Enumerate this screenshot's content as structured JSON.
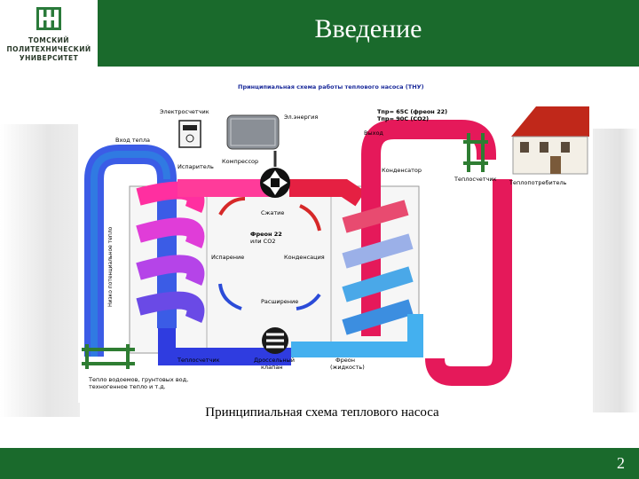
{
  "header": {
    "title": "Введение",
    "logo": {
      "lines": [
        "ТОМСКИЙ",
        "ПОЛИТЕХНИЧЕСКИЙ",
        "УНИВЕРСИТЕТ"
      ]
    }
  },
  "diagram": {
    "heading": "Принципиальная схема работы теплового насоса (ТНУ)",
    "temps": [
      "Tпр= 65С (фреон 22)",
      "Tпр= 90С (СО2)"
    ],
    "labels": {
      "meter": "Электросчетчик",
      "energy": "Эл.энергия",
      "heat_in": "Вход тепла",
      "output": "Выход",
      "evaporator": "Испаритель",
      "compressor": "Компрессор",
      "condenser": "Конденсатор",
      "heat_meter_right": "Теплосчетчик",
      "consumer": "Теплопотребитель",
      "low_potential": "Низко потенциальное тепло",
      "compression": "Сжатие",
      "freon": "Фреон 22",
      "freon_alt": "или СО2",
      "evaporation": "Испарение",
      "condensation": "Конденсация",
      "expansion": "Расширение",
      "heat_meter_left": "Теплосчетчик",
      "valve_1": "Дроссельный",
      "valve_2": "клапан",
      "freon_liquid_1": "Фреон",
      "freon_liquid_2": "(жидкость)",
      "source_1": "Тепло водоемов, грунтовых вод,",
      "source_2": "техногенное тепло и т.д."
    }
  },
  "caption": "Принципиальная схема теплового насоса",
  "footer": {
    "page_number": "2"
  },
  "colors": {
    "brand_green": "#1a6a2c",
    "hot": "#e5195a",
    "cold": "#2a8ee0",
    "deep_blue": "#3a2ad0"
  }
}
